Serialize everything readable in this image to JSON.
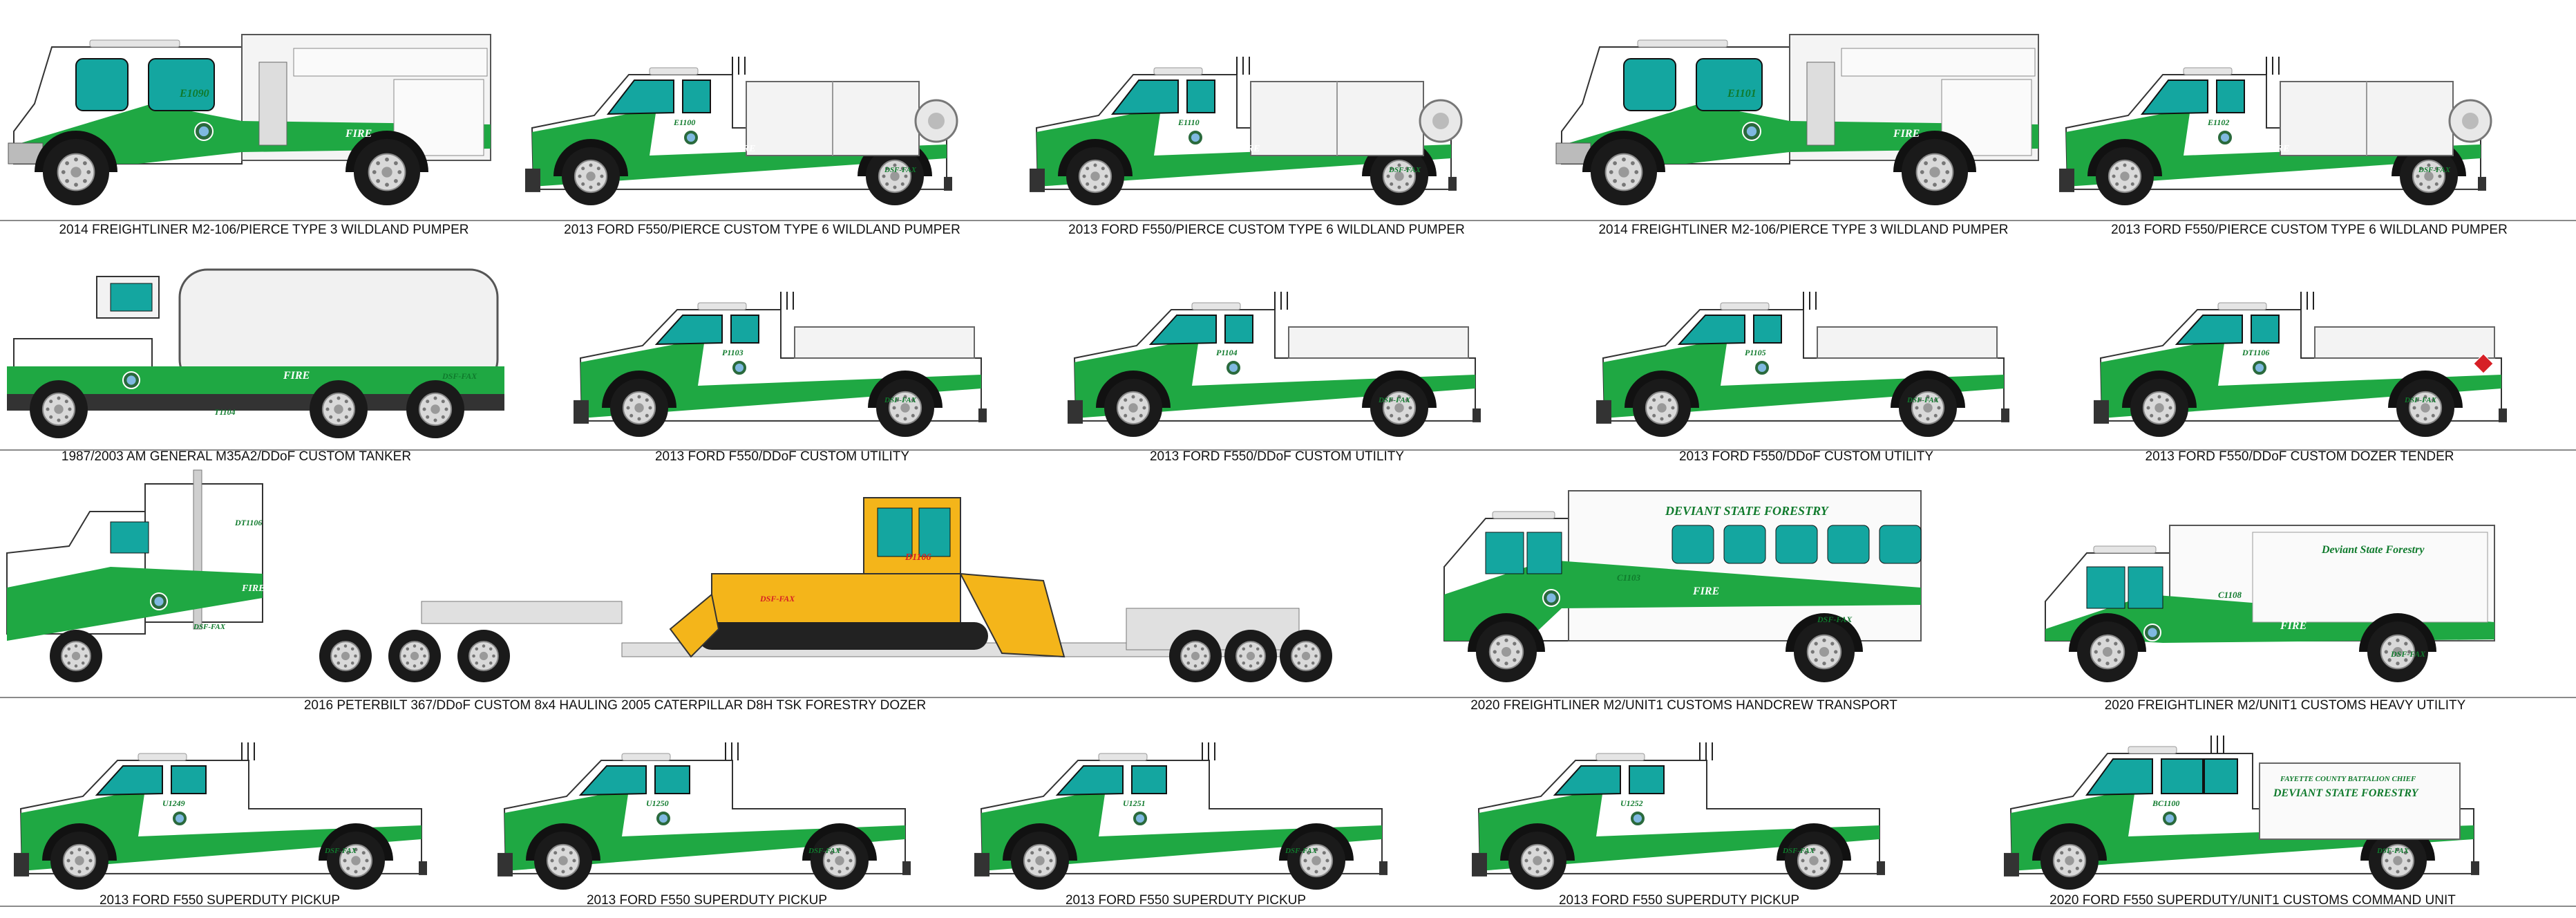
{
  "colors": {
    "green": "#1fa843",
    "dark_green": "#0f7a2c",
    "teal_glass": "#14a6a0",
    "white": "#ffffff",
    "tire": "#1a1a1a",
    "rim": "#d9d9d9",
    "dozer_yellow": "#f4b51a",
    "chrome": "#cfcfcf",
    "red": "#d61f26"
  },
  "common": {
    "fire": "FIRE",
    "dept": "DSF-FAX"
  },
  "vehicles": [
    {
      "id": "E1090",
      "caption": "2014 FREIGHTLINER M2-106/PIERCE TYPE 3 WILDLAND PUMPER",
      "kind": "type3_pumper",
      "icon": "type3-pumper-icon"
    },
    {
      "id": "E1100",
      "caption": "2013 FORD F550/PIERCE CUSTOM TYPE 6 WILDLAND PUMPER",
      "kind": "type6_pumper",
      "icon": "type6-pumper-icon"
    },
    {
      "id": "E1110",
      "caption": "2013 FORD F550/PIERCE CUSTOM TYPE 6 WILDLAND PUMPER",
      "kind": "type6_pumper",
      "icon": "type6-pumper-icon"
    },
    {
      "id": "E1101",
      "caption": "2014 FREIGHTLINER M2-106/PIERCE TYPE 3 WILDLAND PUMPER",
      "kind": "type3_pumper",
      "icon": "type3-pumper-icon"
    },
    {
      "id": "E1102",
      "caption": "2013 FORD F550/PIERCE CUSTOM TYPE 6 WILDLAND PUMPER",
      "kind": "type6_pumper",
      "icon": "type6-pumper-icon"
    },
    {
      "id": "T1104",
      "caption": "1987/2003 AM GENERAL M35A2/DDoF CUSTOM TANKER",
      "kind": "tanker",
      "icon": "tanker-truck-icon"
    },
    {
      "id": "P1103",
      "caption": "2013 FORD F550/DDoF CUSTOM UTILITY",
      "kind": "utility",
      "icon": "utility-truck-icon"
    },
    {
      "id": "P1104",
      "caption": "2013 FORD F550/DDoF CUSTOM UTILITY",
      "kind": "utility",
      "icon": "utility-truck-icon"
    },
    {
      "id": "P1105",
      "caption": "2013 FORD F550/DDoF CUSTOM UTILITY",
      "kind": "utility",
      "icon": "utility-truck-icon"
    },
    {
      "id": "DT1106",
      "caption": "2013 FORD F550/DDoF CUSTOM DOZER TENDER",
      "kind": "dozer_tender",
      "icon": "dozer-tender-icon"
    },
    {
      "id": "DT1106",
      "caption": "2016 PETERBILT 367/DDoF CUSTOM 8x4 HAULING 2005 CATERPILLAR D8H TSK FORESTRY DOZER",
      "kind": "transport",
      "icon": "dozer-transport-icon",
      "dozer_id": "D1106"
    },
    {
      "id": "C1103",
      "caption": "2020 FREIGHTLINER M2/UNIT1 CUSTOMS HANDCREW TRANSPORT",
      "kind": "crew",
      "icon": "crew-transport-icon",
      "banner": "DEVIANT STATE FORESTRY"
    },
    {
      "id": "C1108",
      "caption": "2020 FREIGHTLINER M2/UNIT1 CUSTOMS HEAVY UTILITY",
      "kind": "heavy_utility",
      "icon": "heavy-utility-icon",
      "banner": "Deviant State Forestry"
    },
    {
      "id": "U1249",
      "caption": "2013 FORD F550 SUPERDUTY PICKUP",
      "kind": "pickup",
      "icon": "pickup-truck-icon"
    },
    {
      "id": "U1250",
      "caption": "2013 FORD F550 SUPERDUTY PICKUP",
      "kind": "pickup",
      "icon": "pickup-truck-icon"
    },
    {
      "id": "U1251",
      "caption": "2013 FORD F550 SUPERDUTY PICKUP",
      "kind": "pickup",
      "icon": "pickup-truck-icon"
    },
    {
      "id": "U1252",
      "caption": "2013 FORD F550 SUPERDUTY PICKUP",
      "kind": "pickup",
      "icon": "pickup-truck-icon"
    },
    {
      "id": "BC1100",
      "caption": "2020 FORD F550 SUPERDUTY/UNIT1 CUSTOMS COMMAND UNIT",
      "kind": "command",
      "icon": "command-unit-icon",
      "banner": "DEVIANT STATE FORESTRY",
      "banner_small": "FAYETTE COUNTY BATTALION CHIEF"
    }
  ]
}
